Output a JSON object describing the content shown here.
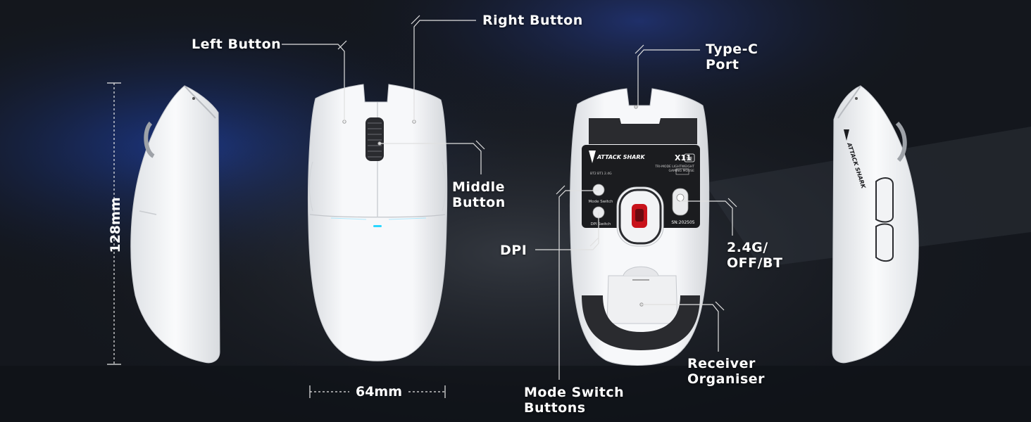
{
  "labels": {
    "left_button": "Left Button",
    "right_button": "Right Button",
    "middle_button": [
      "Middle",
      "Button"
    ],
    "type_c_port": [
      "Type-C",
      "Port"
    ],
    "dpi": "DPI",
    "connection_mode": [
      "2.4G/",
      "OFF/BT"
    ],
    "receiver_organiser": [
      "Receiver",
      "Organiser"
    ],
    "mode_switch_buttons": [
      "Mode Switch",
      "Buttons"
    ]
  },
  "dimensions": {
    "length": "128mm",
    "width": "64mm"
  },
  "bottom_label": {
    "brand": "ATTACK SHARK",
    "model": "X11",
    "model_badge": "SE",
    "subtitle_1": "TRI-MODE LIGHTWEIGHT",
    "subtitle_2": "GAMING MOUSE",
    "mode_indicators": [
      "BT2",
      "BT1",
      "2.4G"
    ],
    "serial": "SN:202505",
    "mode_switch_text": "Mode Switch",
    "dpi_switch_text": "DPI Switch"
  },
  "side_brand": "ATTACK SHARK",
  "colors": {
    "led": "#2ad6ff",
    "mouse_body": "#f4f5f7",
    "feet": "#2a2b2f",
    "label_plate": "#1b1c1f",
    "sensor_red": "#c8121a"
  }
}
